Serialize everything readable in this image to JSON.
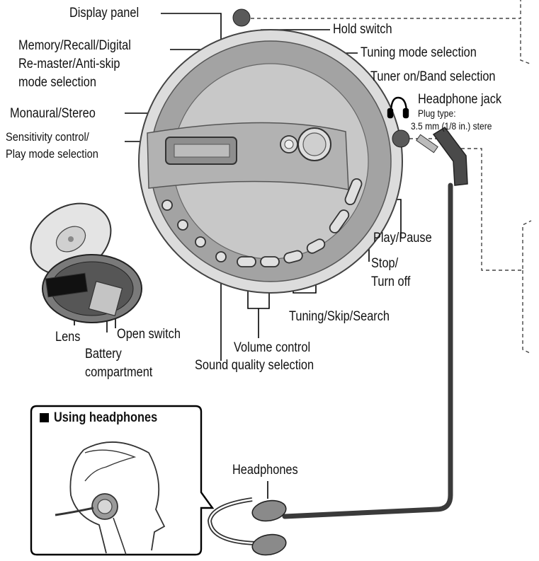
{
  "labels": {
    "display_panel": "Display panel",
    "hold_switch": "Hold switch",
    "memory_recall": "Memory/Recall/Digital\nRe-master/Anti-skip\nmode selection",
    "tuning_mode": "Tuning mode selection",
    "tuner_on": "Tuner on/Band selection",
    "headphone_jack": "Headphone jack",
    "plug_type_label": "Plug type:",
    "plug_type_value": "3.5 mm (1/8 in.) stere",
    "monaural_stereo": "Monaural/Stereo",
    "sensitivity": "Sensitivity control/\nPlay mode selection",
    "play_pause": "Play/Pause",
    "stop": "Stop/\nTurn off",
    "tuning_skip": "Tuning/Skip/Search",
    "lens": "Lens",
    "open_switch": "Open switch",
    "battery": "Battery\ncompartment",
    "volume": "Volume control",
    "sound_quality": "Sound quality selection",
    "headphones": "Headphones",
    "using_headphones": "Using headphones"
  },
  "icons": {
    "headphone_symbol": "headphone-icon",
    "bullet": "square-bullet-icon"
  },
  "colors": {
    "device_outer": "#d4d4d4",
    "device_ring": "#9c9c9c",
    "device_center": "#c2c2c2",
    "cable": "#3a3a3a"
  }
}
